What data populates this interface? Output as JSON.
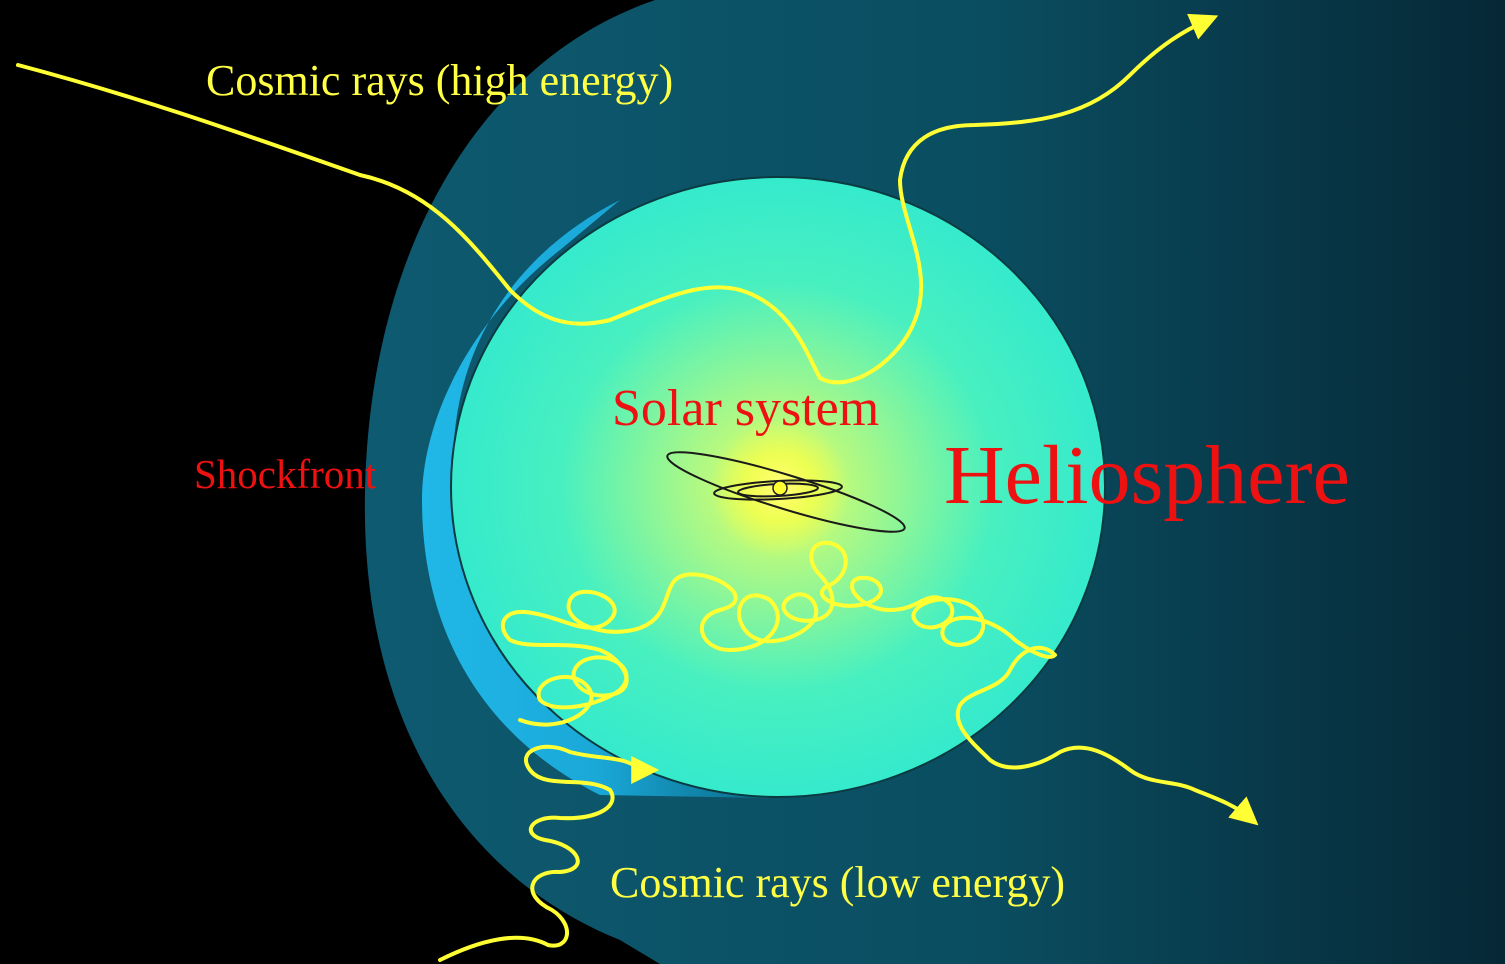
{
  "labels": {
    "cosmic_rays_high": "Cosmic rays (high energy)",
    "cosmic_rays_low": "Cosmic rays (low energy)",
    "solar_system": "Solar system",
    "shockfront": "Shockfront",
    "heliosphere": "Heliosphere"
  },
  "colors": {
    "background": "#000000",
    "outer_heliosphere": "#0c4a5c",
    "shock_band": "#1ab0e0",
    "inner_sphere": "#3cf0c8",
    "sun_glow": "#ffff66",
    "sun": "#ffff33",
    "ray_yellow": "#ffff33",
    "label_yellow": "#ffff44",
    "label_red": "#ee1111",
    "orbit_line": "#1a1a1a"
  }
}
